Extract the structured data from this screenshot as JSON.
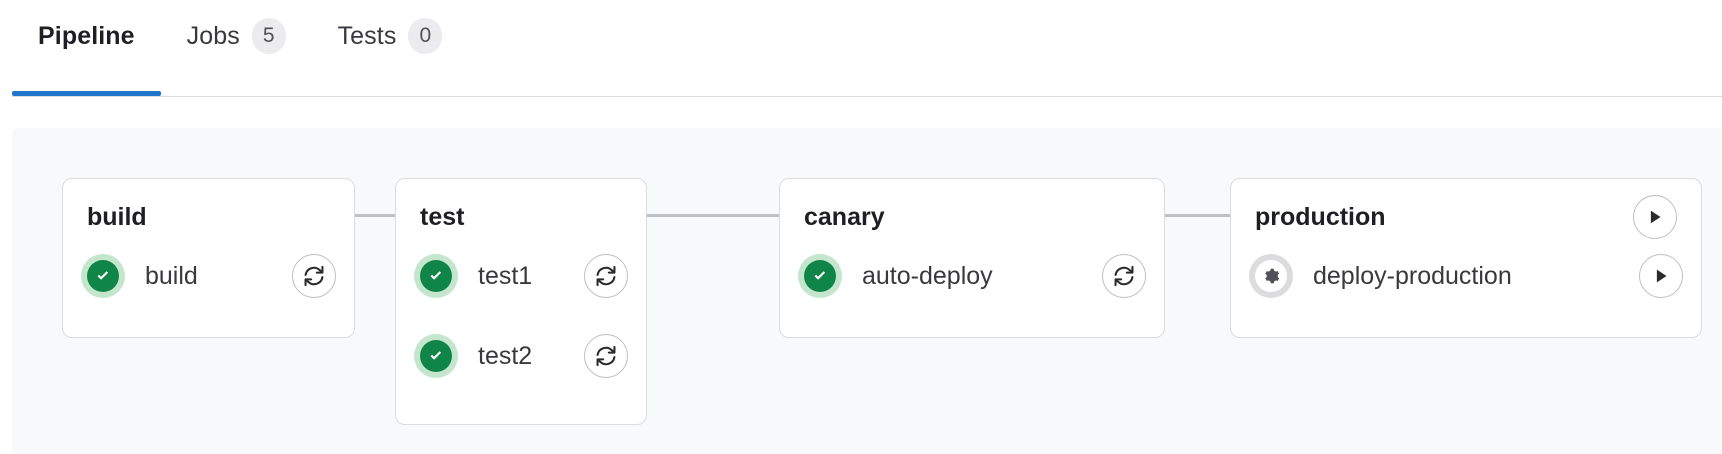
{
  "tabs": [
    {
      "label": "Pipeline",
      "badge": null,
      "active": true
    },
    {
      "label": "Jobs",
      "badge": "5",
      "active": false
    },
    {
      "label": "Tests",
      "badge": "0",
      "active": false
    }
  ],
  "colors": {
    "active_tab_underline": "#1f75cb",
    "success_green": "#108548",
    "success_halo": "#c3e6cd",
    "manual_gray": "#dcdcde",
    "panel_background": "#f8f9fb",
    "card_border": "#dcdcde",
    "connector_line": "#bfc1c4",
    "badge_background": "#ececef"
  },
  "pipeline": {
    "stages": [
      {
        "name": "build",
        "header_action": null,
        "jobs": [
          {
            "name": "build",
            "status": "success",
            "status_icon": "check-circle-icon",
            "action": "retry",
            "action_icon": "retry-icon"
          }
        ]
      },
      {
        "name": "test",
        "header_action": null,
        "jobs": [
          {
            "name": "test1",
            "status": "success",
            "status_icon": "check-circle-icon",
            "action": "retry",
            "action_icon": "retry-icon"
          },
          {
            "name": "test2",
            "status": "success",
            "status_icon": "check-circle-icon",
            "action": "retry",
            "action_icon": "retry-icon"
          }
        ]
      },
      {
        "name": "canary",
        "header_action": null,
        "jobs": [
          {
            "name": "auto-deploy",
            "status": "success",
            "status_icon": "check-circle-icon",
            "action": "retry",
            "action_icon": "retry-icon"
          }
        ]
      },
      {
        "name": "production",
        "header_action": "play",
        "header_action_icon": "play-icon",
        "jobs": [
          {
            "name": "deploy-production",
            "status": "manual",
            "status_icon": "gear-icon",
            "action": "play",
            "action_icon": "play-icon"
          }
        ]
      }
    ]
  }
}
